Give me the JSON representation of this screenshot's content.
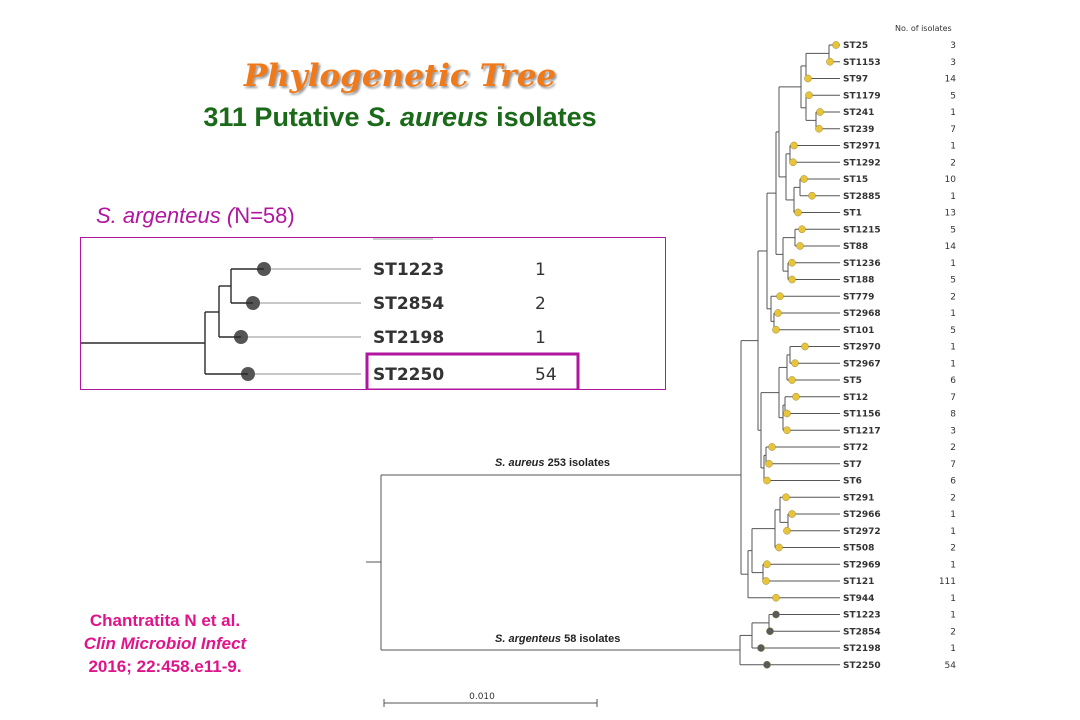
{
  "header": {
    "title": "Phylogenetic Tree",
    "subtitle_count": "311 Putative",
    "subtitle_species": "S. aureus",
    "subtitle_suffix": "isolates"
  },
  "inset": {
    "title_species": "S. argenteus (",
    "title_count": "N=58)",
    "rows": [
      {
        "label": "ST1223",
        "count": "1"
      },
      {
        "label": "ST2854",
        "count": "2"
      },
      {
        "label": "ST2198",
        "count": "1"
      },
      {
        "label": "ST2250",
        "count": "54",
        "highlighted": true
      }
    ]
  },
  "citation": {
    "authors": "Chantratita N et al.",
    "journal": "Clin Microbiol Infect",
    "reference": "2016; 22:458.e11-9."
  },
  "tree": {
    "column_header": "No. of isolates",
    "clade_aureus_species": "S. aureus",
    "clade_aureus_count": "253 isolates",
    "clade_argenteus_species": "S. argenteus",
    "clade_argenteus_count": "58 isolates",
    "scale_label": "0.010",
    "colors": {
      "aureus_tip": "#e8c43a",
      "argenteus_tip": "#5a5a5a",
      "branch": "#555555",
      "highlight": "#b0169f"
    },
    "tips": [
      {
        "label": "ST25",
        "count": "3",
        "clade": "aureus"
      },
      {
        "label": "ST1153",
        "count": "3",
        "clade": "aureus"
      },
      {
        "label": "ST97",
        "count": "14",
        "clade": "aureus"
      },
      {
        "label": "ST1179",
        "count": "5",
        "clade": "aureus"
      },
      {
        "label": "ST241",
        "count": "1",
        "clade": "aureus"
      },
      {
        "label": "ST239",
        "count": "7",
        "clade": "aureus"
      },
      {
        "label": "ST2971",
        "count": "1",
        "clade": "aureus"
      },
      {
        "label": "ST1292",
        "count": "2",
        "clade": "aureus"
      },
      {
        "label": "ST15",
        "count": "10",
        "clade": "aureus"
      },
      {
        "label": "ST2885",
        "count": "1",
        "clade": "aureus"
      },
      {
        "label": "ST1",
        "count": "13",
        "clade": "aureus"
      },
      {
        "label": "ST1215",
        "count": "5",
        "clade": "aureus"
      },
      {
        "label": "ST88",
        "count": "14",
        "clade": "aureus"
      },
      {
        "label": "ST1236",
        "count": "1",
        "clade": "aureus"
      },
      {
        "label": "ST188",
        "count": "5",
        "clade": "aureus"
      },
      {
        "label": "ST779",
        "count": "2",
        "clade": "aureus"
      },
      {
        "label": "ST2968",
        "count": "1",
        "clade": "aureus"
      },
      {
        "label": "ST101",
        "count": "5",
        "clade": "aureus"
      },
      {
        "label": "ST2970",
        "count": "1",
        "clade": "aureus"
      },
      {
        "label": "ST2967",
        "count": "1",
        "clade": "aureus"
      },
      {
        "label": "ST5",
        "count": "6",
        "clade": "aureus"
      },
      {
        "label": "ST12",
        "count": "7",
        "clade": "aureus"
      },
      {
        "label": "ST1156",
        "count": "8",
        "clade": "aureus"
      },
      {
        "label": "ST1217",
        "count": "3",
        "clade": "aureus"
      },
      {
        "label": "ST72",
        "count": "2",
        "clade": "aureus"
      },
      {
        "label": "ST7",
        "count": "7",
        "clade": "aureus"
      },
      {
        "label": "ST6",
        "count": "6",
        "clade": "aureus"
      },
      {
        "label": "ST291",
        "count": "2",
        "clade": "aureus"
      },
      {
        "label": "ST2966",
        "count": "1",
        "clade": "aureus"
      },
      {
        "label": "ST2972",
        "count": "1",
        "clade": "aureus"
      },
      {
        "label": "ST508",
        "count": "2",
        "clade": "aureus"
      },
      {
        "label": "ST2969",
        "count": "1",
        "clade": "aureus"
      },
      {
        "label": "ST121",
        "count": "111",
        "clade": "aureus"
      },
      {
        "label": "ST944",
        "count": "1",
        "clade": "aureus"
      },
      {
        "label": "ST1223",
        "count": "1",
        "clade": "argenteus"
      },
      {
        "label": "ST2854",
        "count": "2",
        "clade": "argenteus"
      },
      {
        "label": "ST2198",
        "count": "1",
        "clade": "argenteus"
      },
      {
        "label": "ST2250",
        "count": "54",
        "clade": "argenteus"
      }
    ]
  }
}
